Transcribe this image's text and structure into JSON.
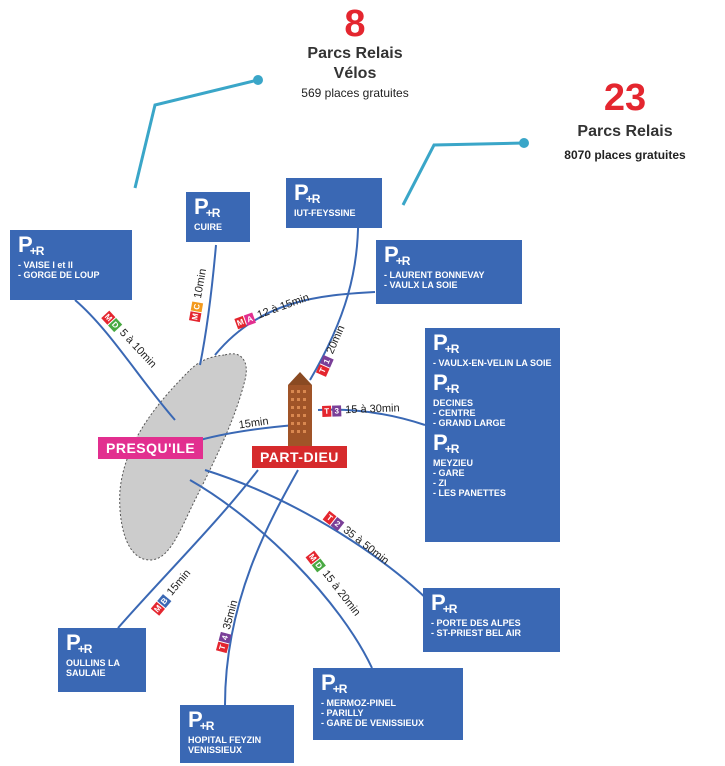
{
  "stats": {
    "velos": {
      "number": "8",
      "label1": "Parcs Relais",
      "label2": "Vélos",
      "sub": "569 places gratuites"
    },
    "relais": {
      "number": "23",
      "label1": "Parcs Relais",
      "sub": "8070 places gratuites"
    }
  },
  "hubs": {
    "presquile": "PRESQU'ILE",
    "partdieu": "PART-DIEU"
  },
  "pr_logo": {
    "p": "P",
    "plus": "+R"
  },
  "pr_boxes": {
    "vaise": {
      "items": [
        "VAISE I et II",
        "GORGE DE LOUP"
      ]
    },
    "cuire": {
      "name": "CUIRE"
    },
    "iut": {
      "name": "IUT-FEYSSINE"
    },
    "laurent": {
      "items": [
        "LAURENT BONNEVAY",
        "VAULX LA SOIE"
      ]
    },
    "vaulx": {
      "name": "",
      "items": [
        "VAULX-EN-VELIN LA SOIE"
      ]
    },
    "decines": {
      "name": "DECINES",
      "items": [
        "CENTRE",
        "GRAND LARGE"
      ]
    },
    "meyzieu": {
      "name": "MEYZIEU",
      "items": [
        "GARE",
        "ZI",
        "LES PANETTES"
      ]
    },
    "oullins": {
      "name": "OULLINS LA SAULAIE"
    },
    "hopital": {
      "name": "HOPITAL FEYZIN VENISSIEUX"
    },
    "porte": {
      "items": [
        "PORTE DES ALPES",
        "ST-PRIEST BEL AIR"
      ]
    },
    "mermoz": {
      "items": [
        "MERMOZ-PINEL",
        "PARILLY",
        "GARE DE VENISSIEUX"
      ]
    }
  },
  "line_labels": {
    "vaise": {
      "b1": "M",
      "b2": "D",
      "text": "5 à 10min",
      "c1": "#e4262f",
      "c2": "#49a942"
    },
    "cuire": {
      "b1": "M",
      "b2": "C",
      "text": "10min",
      "c1": "#e4262f",
      "c2": "#f39a1e"
    },
    "laurent": {
      "b1": "M",
      "b2": "A",
      "text": "12 à 15min",
      "c1": "#e4262f",
      "c2": "#e22f8f"
    },
    "iut": {
      "b1": "T",
      "b2": "1",
      "text": "20min",
      "c1": "#e4262f",
      "c2": "#7a3f98"
    },
    "presqu": {
      "text": "15min"
    },
    "t3": {
      "b1": "T",
      "b2": "3",
      "text": "15 à 30min",
      "c1": "#e4262f",
      "c2": "#7a3f98"
    },
    "t2": {
      "b1": "T",
      "b2": "2",
      "text": "35 à 50min",
      "c1": "#e4262f",
      "c2": "#7a3f98"
    },
    "md": {
      "b1": "M",
      "b2": "D",
      "text": "15 à 20min",
      "c1": "#e4262f",
      "c2": "#49a942"
    },
    "mb": {
      "b1": "M",
      "b2": "B",
      "text": "15min",
      "c1": "#e4262f",
      "c2": "#3a68b4"
    },
    "t4": {
      "b1": "T",
      "b2": "4",
      "text": "35min",
      "c1": "#e4262f",
      "c2": "#7a3f98"
    }
  },
  "colors": {
    "line": "#3a68b4",
    "accent": "#3aa6c8",
    "presqu": "#e22f8f",
    "partdieu": "#d62a2c",
    "island": "#cccccc"
  }
}
